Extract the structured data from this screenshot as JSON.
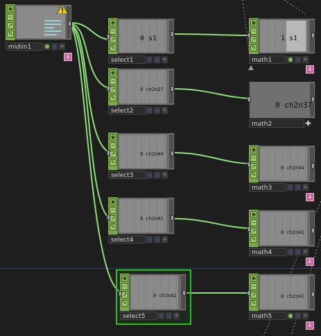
{
  "network": {
    "nodes": [
      {
        "id": "midiin1",
        "name": "midiin1",
        "value": "",
        "has_warning": true
      },
      {
        "id": "select1",
        "name": "select1",
        "value": "0 s1"
      },
      {
        "id": "select2",
        "name": "select2",
        "value": "0 ch2n37"
      },
      {
        "id": "select3",
        "name": "select3",
        "value": "0 ch2n44"
      },
      {
        "id": "select4",
        "name": "select4",
        "value": "0 ch2n41"
      },
      {
        "id": "select5",
        "name": "select5",
        "value": "0 ch2n41",
        "selected": true
      },
      {
        "id": "math1",
        "name": "math1",
        "value": "1 s1"
      },
      {
        "id": "math2",
        "name": "math2",
        "value": "0 ch2n37"
      },
      {
        "id": "math3",
        "name": "math3",
        "value": "0 ch2n44"
      },
      {
        "id": "math4",
        "name": "math4",
        "value": "0 ch2n41"
      },
      {
        "id": "math5",
        "name": "math5",
        "value": "0 ch2n41"
      }
    ]
  },
  "icons": {
    "warning": "warning-icon",
    "pin": "pin-icon",
    "plus": "plus-icon"
  },
  "colors": {
    "wire": "#8fe07a",
    "node_strip": "#7da74d",
    "selection": "#29c419",
    "flag": "#c46a9b"
  }
}
